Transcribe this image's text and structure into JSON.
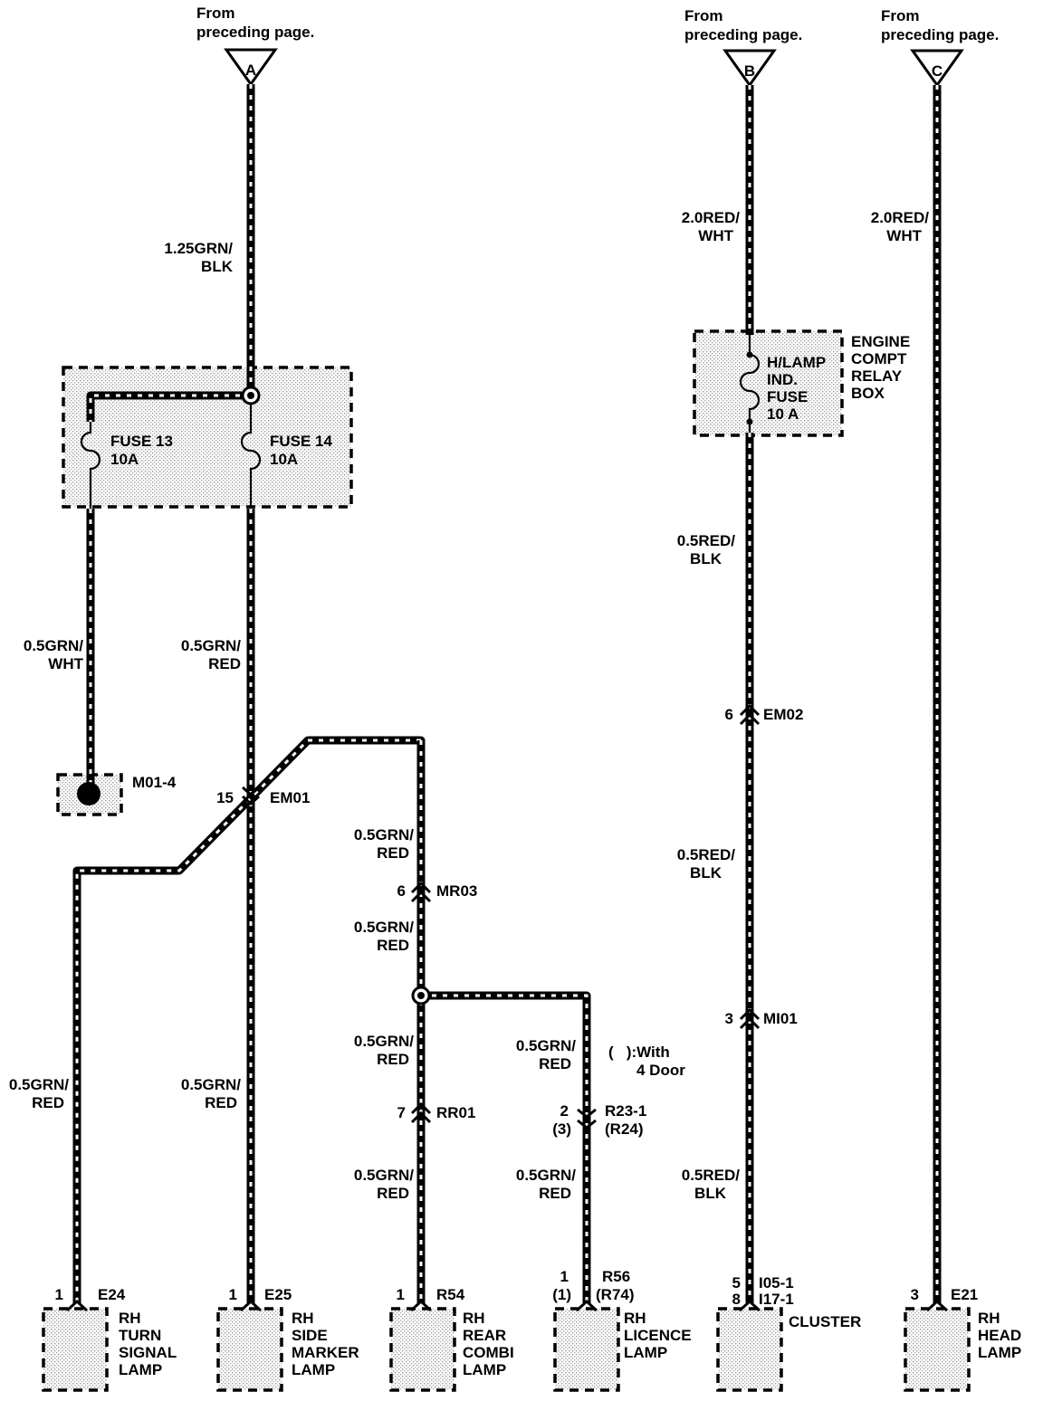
{
  "sources": {
    "A": {
      "letter": "A",
      "caption": [
        "From",
        "preceding page."
      ]
    },
    "B": {
      "letter": "B",
      "caption": [
        "From",
        "preceding page."
      ]
    },
    "C": {
      "letter": "C",
      "caption": [
        "From",
        "preceding page."
      ]
    }
  },
  "wires": {
    "a_main": [
      "1.25GRN/",
      "BLK"
    ],
    "fuse13_out": [
      "0.5GRN/",
      "WHT"
    ],
    "fuse14_out": [
      "0.5GRN/",
      "RED"
    ],
    "rear_top": [
      "0.5GRN/",
      "RED"
    ],
    "rear_mid": [
      "0.5GRN/",
      "RED"
    ],
    "rear_a": [
      "0.5GRN/",
      "RED"
    ],
    "rear_b": [
      "0.5GRN/",
      "RED"
    ],
    "lic_a": [
      "0.5GRN/",
      "RED"
    ],
    "lic_b": [
      "0.5GRN/",
      "RED"
    ],
    "turn": [
      "0.5GRN/",
      "RED"
    ],
    "side": [
      "0.5GRN/",
      "RED"
    ],
    "b_top": [
      "2.0RED/",
      "WHT"
    ],
    "b_1": [
      "0.5RED/",
      "BLK"
    ],
    "b_2": [
      "0.5RED/",
      "BLK"
    ],
    "b_3": [
      "0.5RED/",
      "BLK"
    ],
    "c_top": [
      "2.0RED/",
      "WHT"
    ]
  },
  "fuses": {
    "f13": [
      "FUSE 13",
      "10A"
    ],
    "f14": [
      "FUSE 14",
      "10A"
    ],
    "hlamp": [
      "H/LAMP",
      "IND.",
      "FUSE",
      "10 A"
    ]
  },
  "relay_box": [
    "ENGINE",
    "COMPT",
    "RELAY",
    "BOX"
  ],
  "ground": {
    "label": "M01-4"
  },
  "connectors": {
    "em01": {
      "pin": "15",
      "name": "EM01"
    },
    "mr03": {
      "pin": "6",
      "name": "MR03"
    },
    "rr01": {
      "pin": "7",
      "name": "RR01"
    },
    "r23": {
      "pin": [
        "2",
        "(3)"
      ],
      "name": [
        "R23-1",
        "(R24)"
      ]
    },
    "em02": {
      "pin": "6",
      "name": "EM02"
    },
    "mi01": {
      "pin": "3",
      "name": "MI01"
    }
  },
  "note": [
    "(   ):With",
    "4 Door"
  ],
  "components": {
    "e24": {
      "pin": "1",
      "code": "E24",
      "name": [
        "RH",
        "TURN",
        "SIGNAL",
        "LAMP"
      ]
    },
    "e25": {
      "pin": "1",
      "code": "E25",
      "name": [
        "RH",
        "SIDE",
        "MARKER",
        "LAMP"
      ]
    },
    "r54": {
      "pin": "1",
      "code": "R54",
      "name": [
        "RH",
        "REAR",
        "COMBI",
        "LAMP"
      ]
    },
    "r56": {
      "pin": [
        "1",
        "(1)"
      ],
      "code": [
        "R56",
        "(R74)"
      ],
      "name": [
        "RH",
        "LICENCE",
        "LAMP"
      ]
    },
    "i05": {
      "pin": [
        "5",
        "8"
      ],
      "code": [
        "I05-1",
        "I17-1"
      ],
      "name": [
        "CLUSTER"
      ]
    },
    "e21": {
      "pin": "3",
      "code": "E21",
      "name": [
        "RH",
        "HEAD",
        "LAMP"
      ]
    }
  }
}
